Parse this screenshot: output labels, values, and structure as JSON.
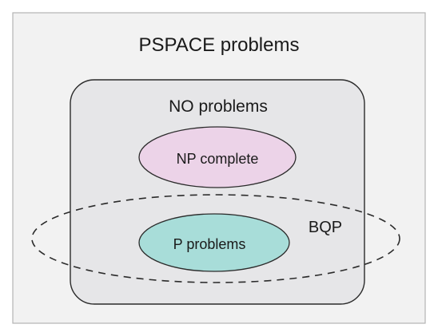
{
  "diagram": {
    "outer_label": "PSPACE problems",
    "np_region_label": "NO problems",
    "np_complete_label": "NP complete",
    "p_label": "P problems",
    "bqp_label": "BQP"
  },
  "colors": {
    "background": "#f2f2f2",
    "outer_border": "#b3b3b3",
    "np_region_fill": "#e6e6e8",
    "np_region_stroke": "#2b2b2b",
    "np_complete_fill": "#ecd3e8",
    "p_fill": "#a8ddd9",
    "stroke": "#2b2b2b",
    "text": "#1a1a1a"
  }
}
